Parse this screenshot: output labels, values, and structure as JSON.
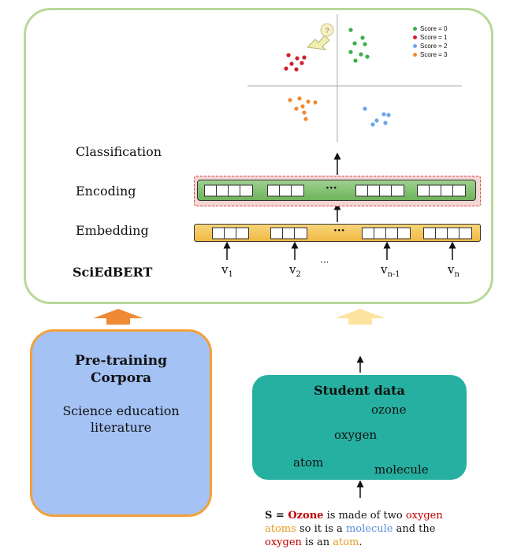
{
  "colors": {
    "panel_border": "#b9d89a",
    "encoding_fill": "#7fbd6c",
    "embedding_fill": "#f3c04f",
    "pretraining_fill": "#a4c2f4",
    "pretraining_border": "#f3a03c",
    "student_fill": "#26b0a1",
    "score0": "#3cae4a",
    "score1": "#d0202b",
    "score2": "#6aa6e8",
    "score3": "#ee8a36",
    "up_arrow_orange": "#ee8a36",
    "up_arrow_yellow": "#fde3a0"
  },
  "model": {
    "labels": {
      "classification": "Classification",
      "encoding": "Encoding",
      "embedding": "Embedding",
      "name": "SciEdBERT"
    },
    "encoding_ellipsis": "···",
    "embedding_ellipsis": "···",
    "inputs": {
      "v1": {
        "base": "v",
        "sub": "1"
      },
      "v2": {
        "base": "v",
        "sub": "2"
      },
      "dots": "···",
      "vn1": {
        "base": "v",
        "sub": "n-1"
      },
      "vn": {
        "base": "v",
        "sub": "n"
      }
    }
  },
  "scatter": {
    "legend": [
      {
        "label": "Score = 0",
        "color": "#3cae4a"
      },
      {
        "label": "Score = 1",
        "color": "#d0202b"
      },
      {
        "label": "Score = 2",
        "color": "#6aa6e8"
      },
      {
        "label": "Score = 3",
        "color": "#ee8a36"
      }
    ],
    "cursor_symbol": "?"
  },
  "pretraining": {
    "title_line1": "Pre-training",
    "title_line2": "Corpora",
    "body_line1": "Science education",
    "body_line2": "literature"
  },
  "student": {
    "title": "Student data",
    "nodes": {
      "ozone": "ozone",
      "oxygen": "oxygen",
      "atom": "atom",
      "molecule": "molecule"
    }
  },
  "sentence": {
    "s": "S",
    "eq": " = ",
    "ozone": "Ozone",
    "t1": " is made of two ",
    "oxygen1": "oxygen",
    "atoms": "atoms",
    "t2": " so it is a ",
    "molecule": "molecule",
    "t3": " and the",
    "oxygen2": "oxygen",
    "t4": " is an ",
    "atom": "atom",
    "t5": "."
  }
}
